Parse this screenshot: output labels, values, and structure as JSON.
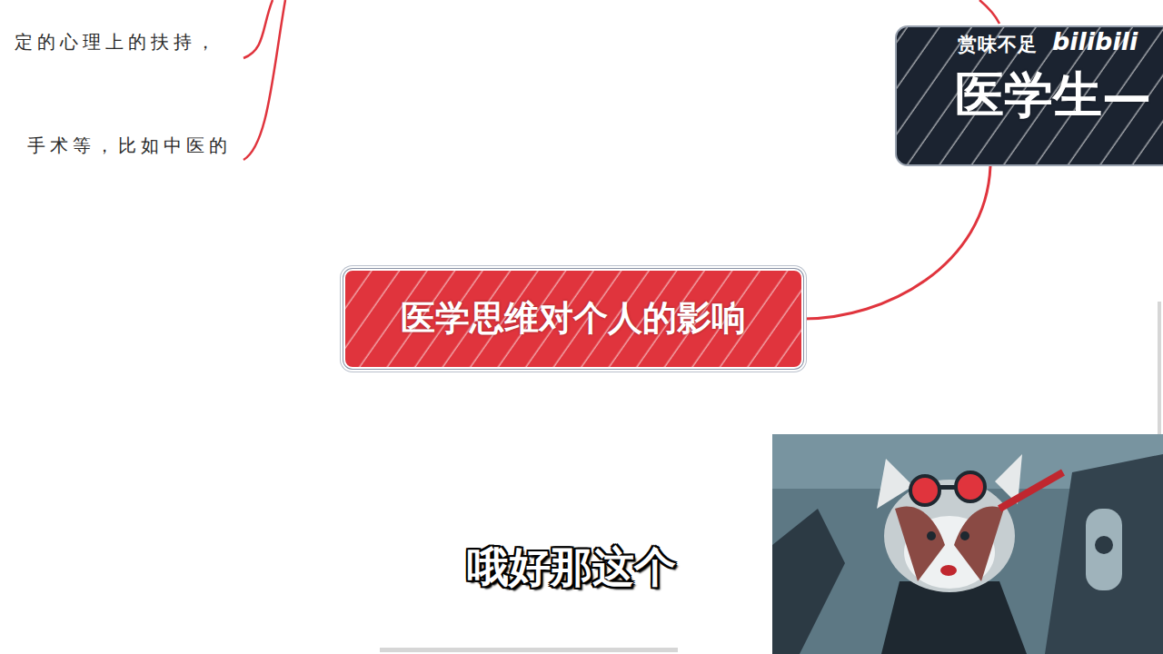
{
  "diagram": {
    "nodes": [
      {
        "text": [
          "医学生—"
        ]
      },
      {
        "text": [
          "医学思维对个人的影响"
        ]
      }
    ],
    "edges": [
      {
        "from": 0,
        "to": 1,
        "arrow": "none"
      }
    ],
    "labels": [
      "定的心理上的扶持，",
      "手术等，比如中医的",
      "赏味不足",
      "bilibili",
      "哦好那这个"
    ]
  }
}
